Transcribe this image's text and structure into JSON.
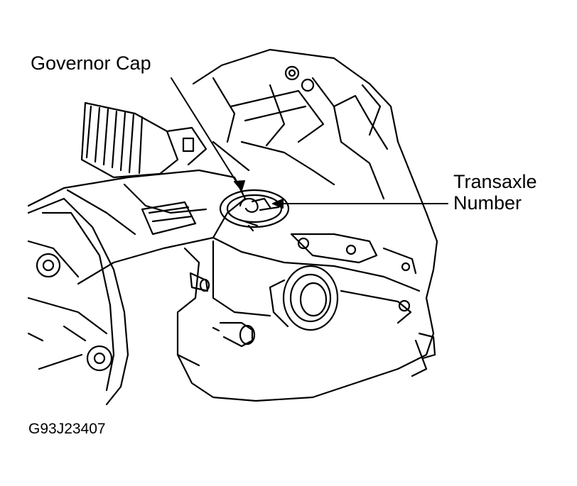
{
  "callouts": {
    "governor_cap": "Governor Cap",
    "transaxle_number_line1": "Transaxle",
    "transaxle_number_line2": "Number"
  },
  "figure_code": "G93J23407",
  "colors": {
    "ink": "#000000",
    "paper": "#ffffff"
  }
}
